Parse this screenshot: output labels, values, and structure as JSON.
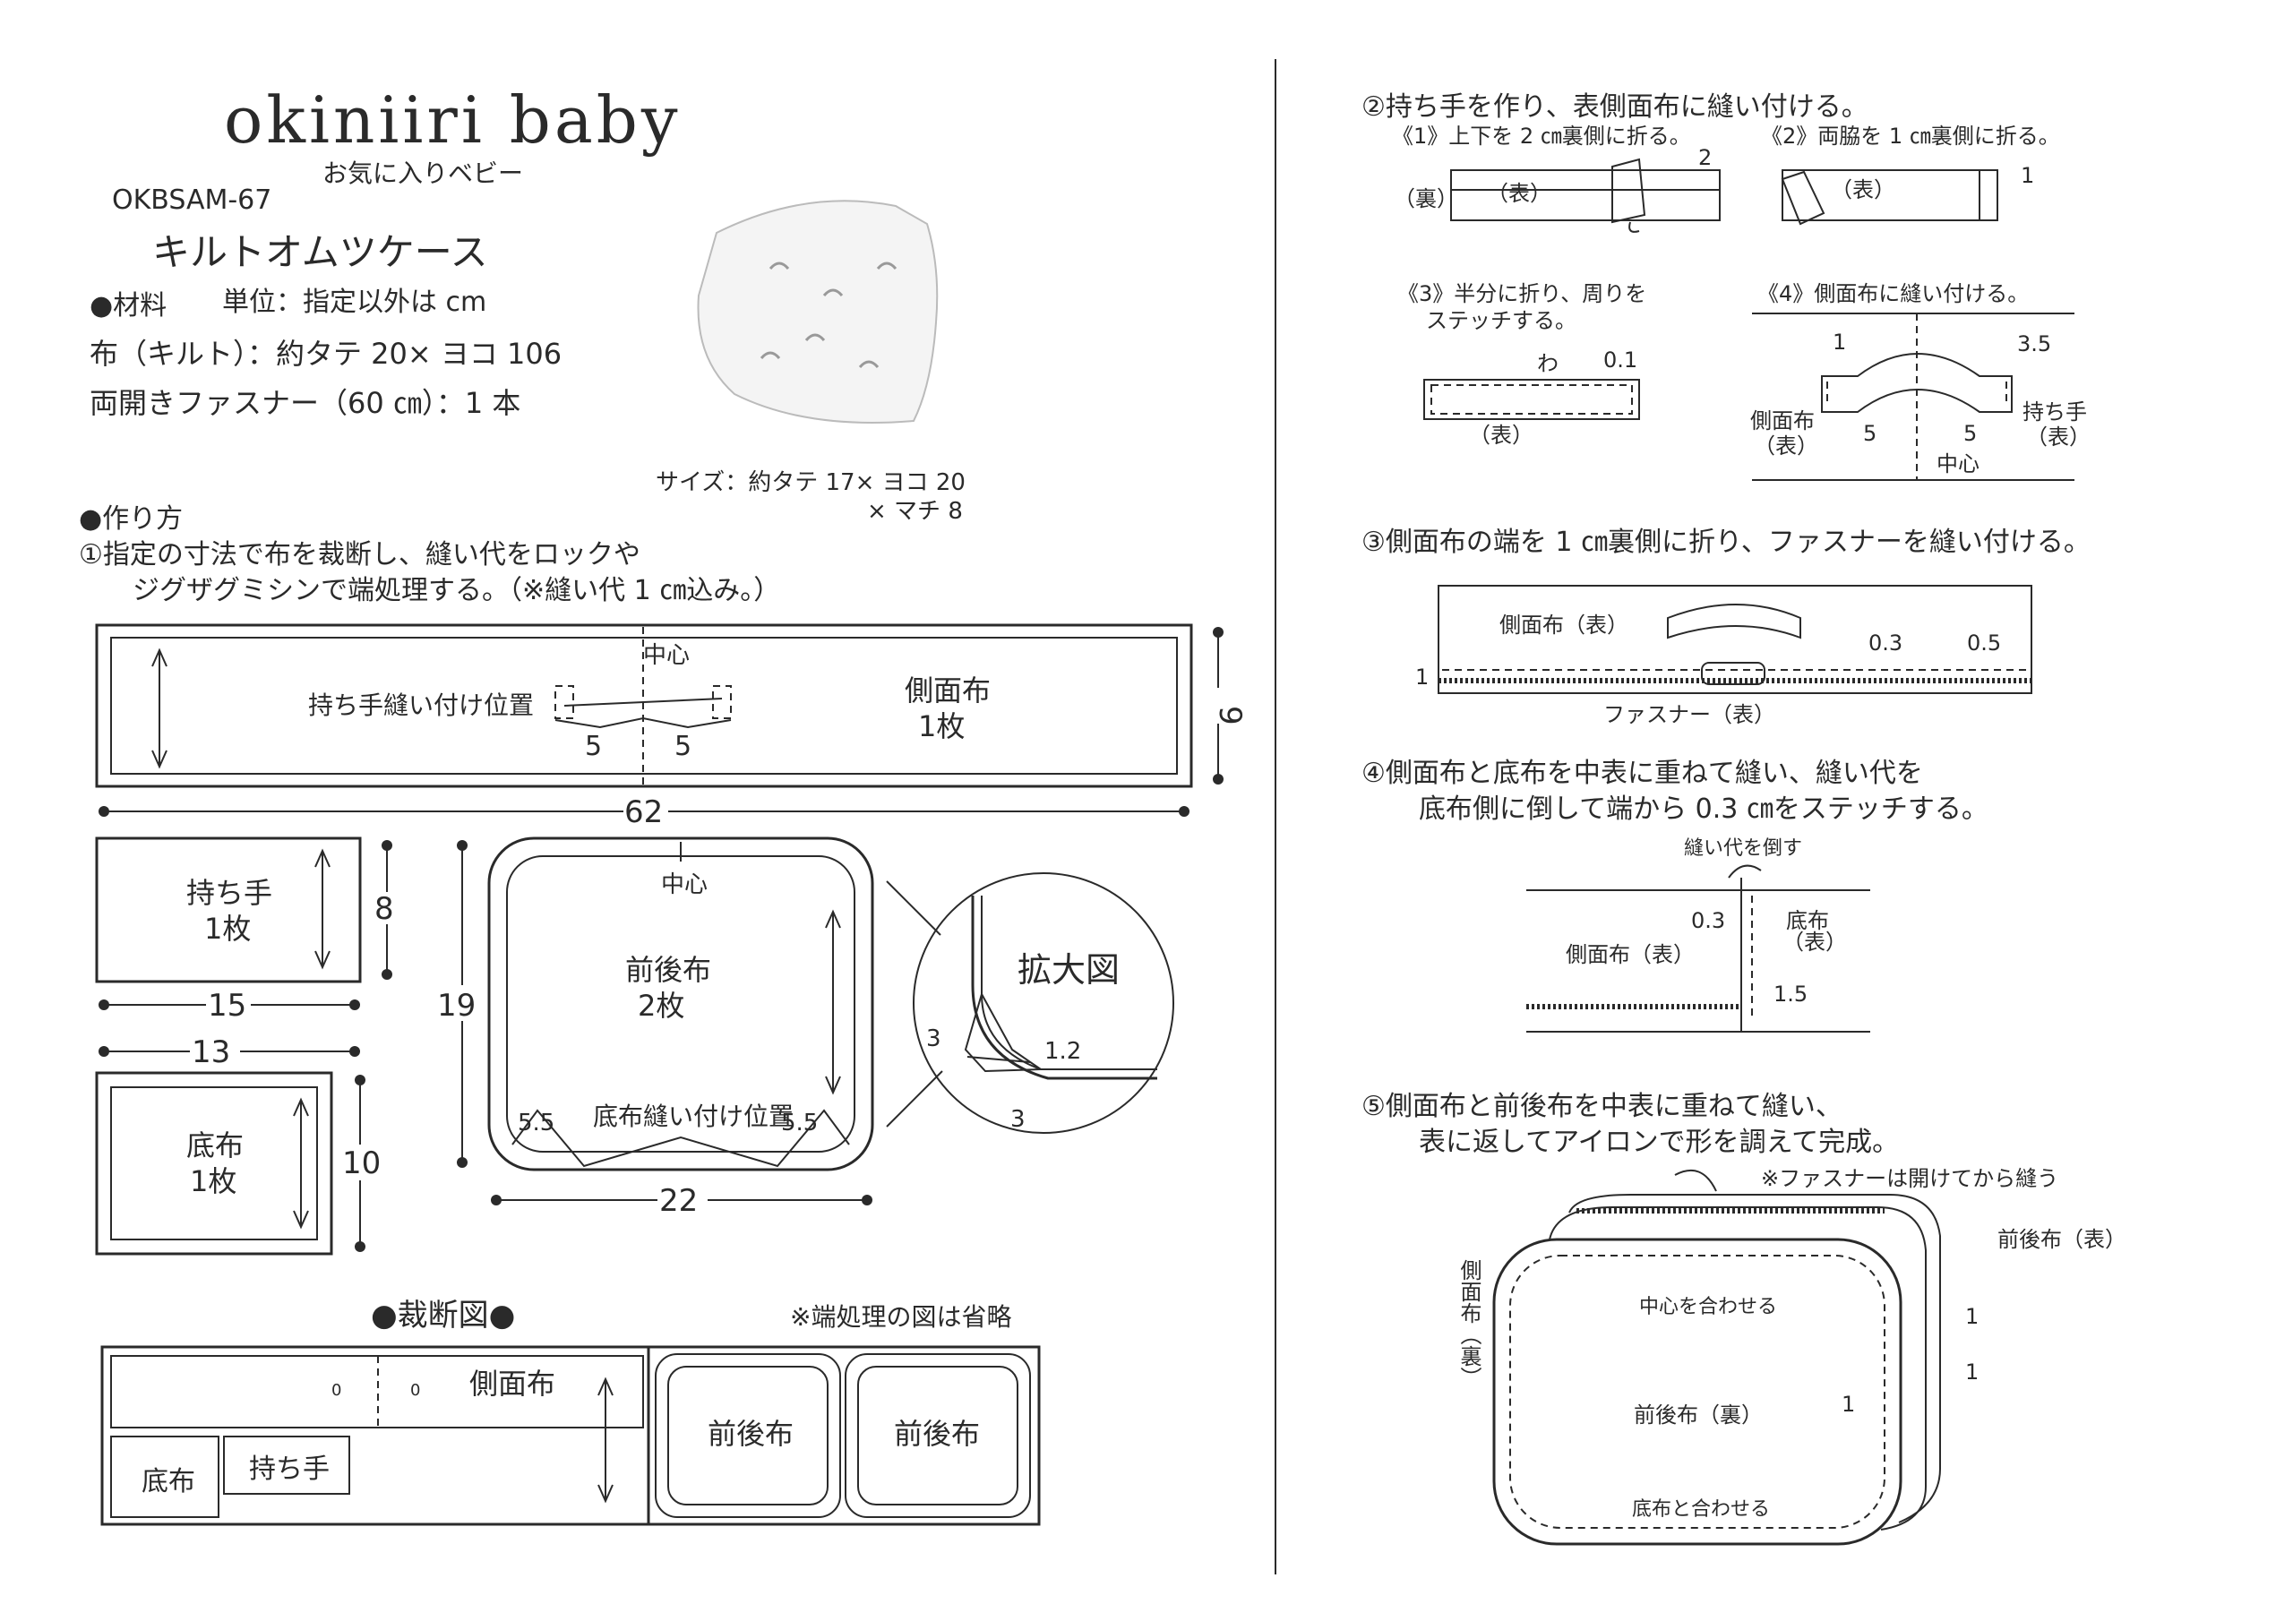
{
  "header": {
    "brand": "okiniiri baby",
    "brand_sub": "お気に入りベビー",
    "code": "OKBSAM-67",
    "title": "キルトオムツケース",
    "size_line1": "サイズ：約タテ 17× ヨコ 20",
    "size_line2": "× マチ 8"
  },
  "materials": {
    "heading": "●材料",
    "unit": "単位：指定以外は cm",
    "items": [
      "布（キルト）：約タテ 20× ヨコ 106",
      "両開きファスナー（60 ㎝）：1 本"
    ]
  },
  "method": {
    "heading": "●作り方",
    "step1_line1": "①指定の寸法で布を裁断し、縫い代をロックや",
    "step1_line2": "ジグザグミシンで端処理する。（※縫い代 1 ㎝込み。）"
  },
  "pattern": {
    "side_panel": {
      "name": "側面布",
      "count": "1枚",
      "center": "中心",
      "handle_pos": "持ち手縫い付け位置",
      "d5a": "5",
      "d5b": "5",
      "width": "62",
      "height": "9"
    },
    "handle": {
      "name": "持ち手",
      "count": "1枚",
      "width": "15",
      "height": "8"
    },
    "bottom": {
      "name": "底布",
      "count": "1枚",
      "width": "13",
      "height": "10"
    },
    "front_back": {
      "name": "前後布",
      "count": "2枚",
      "center": "中心",
      "bottom_pos": "底布縫い付け位置",
      "d55a": "5.5",
      "d55b": "5.5",
      "width": "22",
      "height": "19"
    },
    "zoom": {
      "label": "拡大図",
      "a": "3",
      "b": "1.2",
      "c": "3"
    }
  },
  "cutting": {
    "heading": "●裁断図●",
    "note": "※端処理の図は省略",
    "side": "側面布",
    "fb1": "前後布",
    "fb2": "前後布",
    "bottom": "底布",
    "handle": "持ち手"
  },
  "step2": {
    "heading": "②持ち手を作り、表側面布に縫い付ける。",
    "s1": "《1》上下を 2 ㎝裏側に折る。",
    "s1_back": "（裏）",
    "s1_front": "（表）",
    "s1_num": "2",
    "s2": "《2》両脇を 1 ㎝裏側に折る。",
    "s2_front": "（表）",
    "s2_num": "1",
    "s3_line1": "《3》半分に折り、周りを",
    "s3_line2": "ステッチする。",
    "s3_wa": "わ",
    "s3_num": "0.1",
    "s3_front": "（表）",
    "s4": "《4》側面布に縫い付ける。",
    "s4_n1": "1",
    "s4_n35": "3.5",
    "s4_side": "側面布",
    "s4_side2": "（表）",
    "s4_handle": "持ち手",
    "s4_handle2": "（表）",
    "s4_5a": "5",
    "s4_5b": "5",
    "s4_center": "中心"
  },
  "step3": {
    "heading": "③側面布の端を 1 ㎝裏側に折り、ファスナーを縫い付ける。",
    "side": "側面布（表）",
    "n1": "1",
    "n03": "0.3",
    "n05": "0.5",
    "zipper": "ファスナー（表）"
  },
  "step4": {
    "heading_line1": "④側面布と底布を中表に重ねて縫い、縫い代を",
    "heading_line2": "底布側に倒して端から 0.3 ㎝をステッチする。",
    "fold": "縫い代を倒す",
    "n03": "0.3",
    "bottom": "底布",
    "bottom2": "（表）",
    "side": "側面布（表）",
    "n15": "1.5"
  },
  "step5": {
    "heading_line1": "⑤側面布と前後布を中表に重ねて縫い、",
    "heading_line2": "表に返してアイロンで形を調えて完成。",
    "zip_note": "※ファスナーは開けてから縫う",
    "fb_front": "前後布（表）",
    "side_back": "側面布（裏）",
    "center_match": "中心を合わせる",
    "fb_back": "前後布（裏）",
    "bottom_match": "底布と合わせる",
    "n1a": "1",
    "n1b": "1",
    "n1c": "1"
  }
}
